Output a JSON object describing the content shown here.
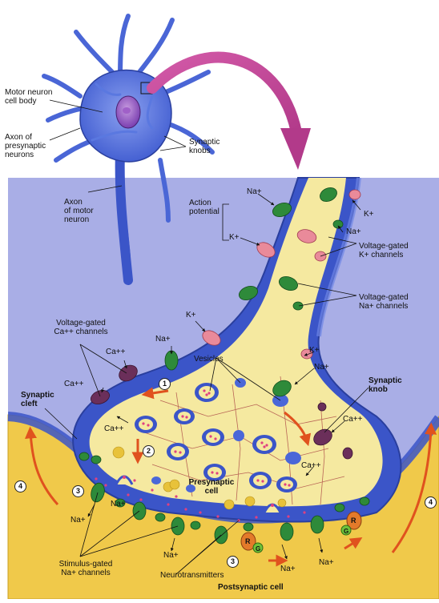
{
  "labels": {
    "motor_neuron_cell_body": "Motor neuron\ncell body",
    "axon_presynaptic": "Axon of\npresynaptic\nneurons",
    "synaptic_knobs_top": "Synaptic\nknobs",
    "axon_motor_neuron": "Axon\nof motor\nneuron",
    "action_potential": "Action\npotential",
    "voltage_gated_k": "Voltage-gated\nK+ channels",
    "voltage_gated_na": "Voltage-gated\nNa+ channels",
    "voltage_gated_ca": "Voltage-gated\nCa++ channels",
    "vesicles": "Vesicles",
    "synaptic_cleft": "Synaptic\ncleft",
    "synaptic_knob": "Synaptic\nknob",
    "presynaptic_cell": "Presynaptic\ncell",
    "stimulus_gated_na": "Stimulus-gated\nNa+ channels",
    "neurotransmitters": "Neurotransmitters",
    "postsynaptic_cell": "Postsynaptic cell"
  },
  "ions": {
    "na": "Na+",
    "k": "K+",
    "ca": "Ca++"
  },
  "steps": {
    "one": "1",
    "two": "2",
    "three": "3",
    "four": "4"
  },
  "receptor_letters": {
    "r": "R",
    "g": "G"
  },
  "colors": {
    "extracellular": "#a9aee6",
    "presynaptic_membrane": "#3b55c8",
    "presynaptic_cytoplasm": "#f5e9a0",
    "postsynaptic": "#f0c94a",
    "na_channel": "#2e8a3a",
    "k_channel": "#e98a9a",
    "ca_channel": "#6b2f5a",
    "arrow_red": "#e0521e",
    "big_arrow": "#c8459a"
  }
}
